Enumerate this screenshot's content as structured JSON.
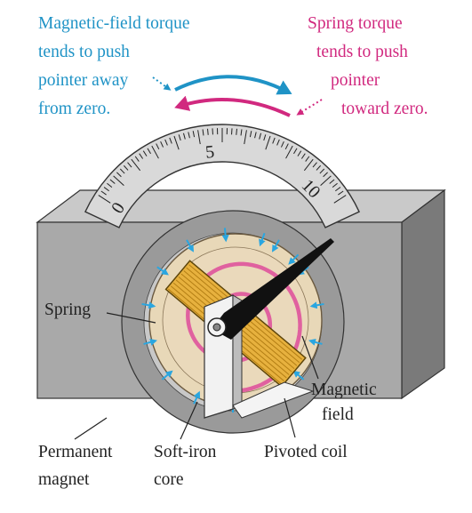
{
  "colors": {
    "torque_text_left": "#1f93c6",
    "torque_text_right": "#d1297f",
    "field_arrow": "#2aa6e0",
    "spring": "#e0619f",
    "coil": "#e7b13e",
    "magnet_face": "#a9a9a9",
    "magnet_side": "#7a7a7a",
    "core": "#e8d8b8",
    "scale": "#d9d9d9"
  },
  "captions": {
    "magnetic_torque": [
      "Magnetic-field torque",
      "tends to push",
      "pointer away",
      "from zero."
    ],
    "spring_torque": [
      "Spring torque",
      "tends to push",
      "pointer",
      "toward zero."
    ],
    "spring": "Spring",
    "magnetic_field": [
      "Magnetic",
      "field"
    ],
    "permanent_magnet": [
      "Permanent",
      "magnet"
    ],
    "soft_iron_core": [
      "Soft-iron",
      "core"
    ],
    "pivoted_coil": "Pivoted coil"
  },
  "scale": {
    "labels": [
      "0",
      "5",
      "10"
    ]
  },
  "icons": {
    "torque_arrow_magnetic": "curved-arrow-right",
    "torque_arrow_spring": "curved-arrow-left"
  }
}
